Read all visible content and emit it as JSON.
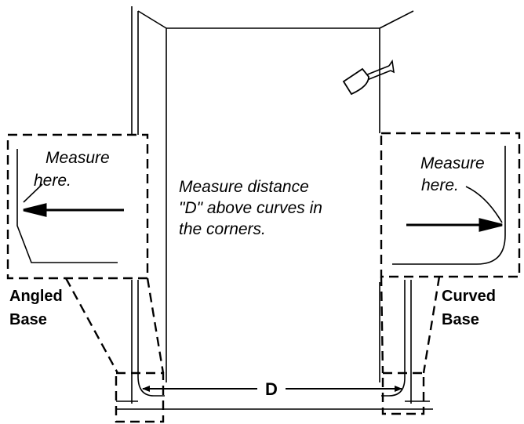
{
  "left_callout": {
    "measure_line1": "Measure",
    "measure_line2": "here."
  },
  "right_callout": {
    "measure_line1": "Measure",
    "measure_line2": "here."
  },
  "center_note": {
    "line1": "Measure distance",
    "line2": "\"D\" above curves in",
    "line3": "the corners."
  },
  "left_base_label": {
    "line1": "Angled",
    "line2": "Base"
  },
  "right_base_label": {
    "line1": "Curved",
    "line2": "Base"
  },
  "dimension_label": "D"
}
